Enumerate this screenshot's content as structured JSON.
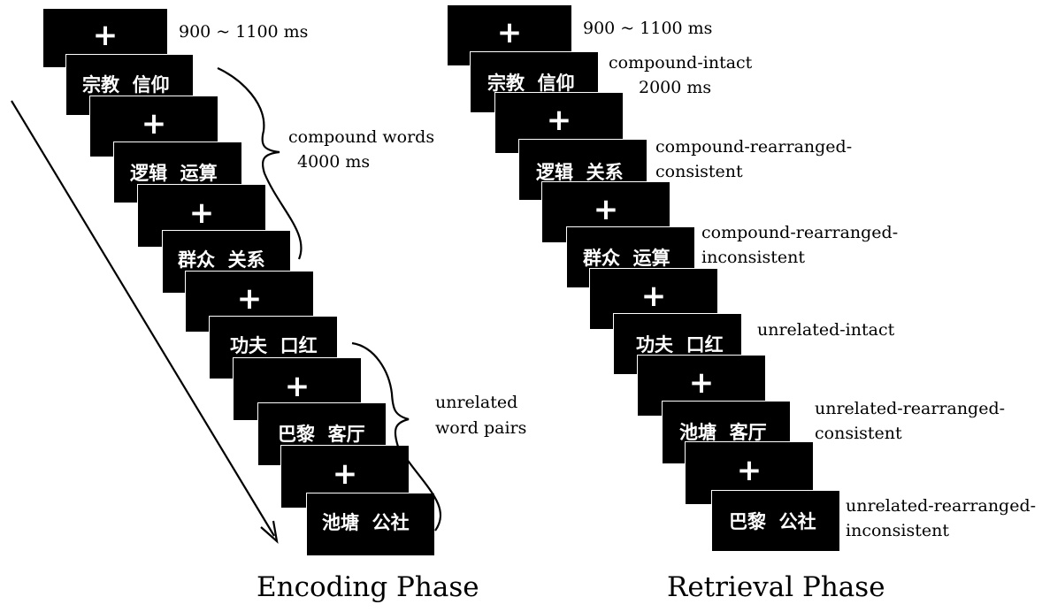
{
  "fixation_symbol": "+",
  "encoding": {
    "title": "Encoding Phase",
    "timing_fixation": "900 ~ 1100 ms",
    "compound_label": "compound words",
    "compound_duration": "4000 ms",
    "unrelated_label": "unrelated",
    "unrelated_label_2": "word pairs",
    "pairs": [
      "宗教  信仰",
      "逻辑  运算",
      "群众  关系",
      "功夫  口红",
      "巴黎  客厅",
      "池塘  公社"
    ]
  },
  "retrieval": {
    "title": "Retrieval Phase",
    "timing_fixation": "900 ~ 1100 ms",
    "pairs": [
      "宗教  信仰",
      "逻辑  关系",
      "群众  运算",
      "功夫  口红",
      "池塘  客厅",
      "巴黎  公社"
    ],
    "conditions": [
      {
        "line1": "compound-intact",
        "line2": "2000 ms"
      },
      {
        "line1": "compound-rearranged-",
        "line2": "consistent"
      },
      {
        "line1": "compound-rearranged-",
        "line2": "inconsistent"
      },
      {
        "line1": "unrelated-intact",
        "line2": ""
      },
      {
        "line1": "unrelated-rearranged-",
        "line2": "consistent"
      },
      {
        "line1": "unrelated-rearranged-",
        "line2": "inconsistent"
      }
    ]
  }
}
